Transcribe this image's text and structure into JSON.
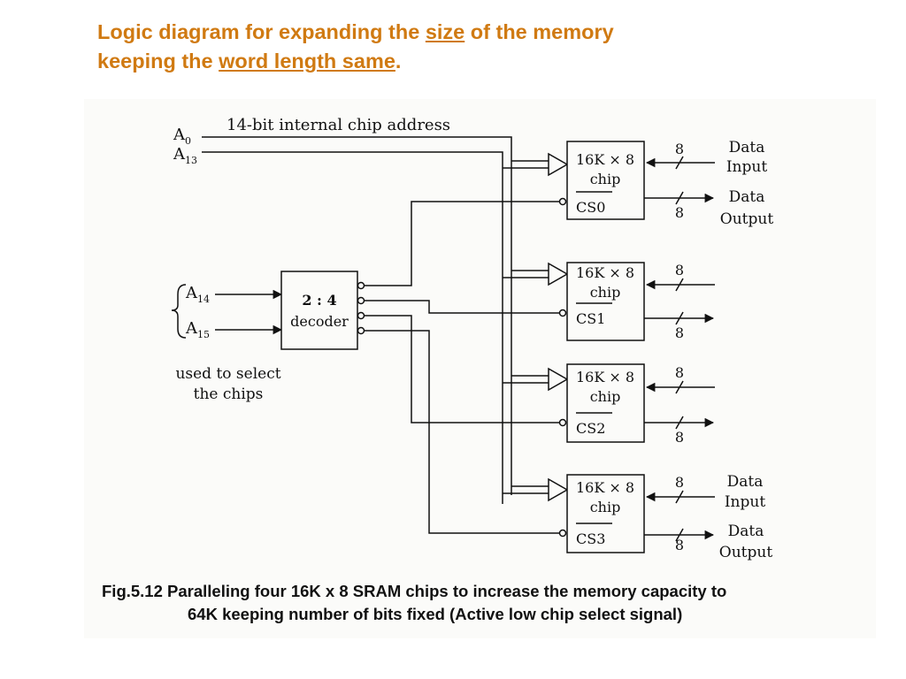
{
  "title": {
    "line1_before": "Logic diagram for expanding the ",
    "line1_underlined": "size",
    "line1_after": " of the memory",
    "line2_before": "keeping the ",
    "line2_underlined": "word length same",
    "line2_after": "."
  },
  "diagram": {
    "address_label": "14-bit internal chip address",
    "a0_label": "A",
    "a0_sub": "0",
    "a13_label": "A",
    "a13_sub": "13",
    "a14_label": "A",
    "a14_sub": "14",
    "a15_label": "A",
    "a15_sub": "15",
    "decoder_line1": "2 : 4",
    "decoder_line2": "decoder",
    "select_note_line1": "used to select",
    "select_note_line2": "the chips",
    "chips": [
      {
        "line1": "16K × 8",
        "line2": "chip",
        "cs": "CS0",
        "in_bits": "8",
        "out_bits": "8",
        "data_in_line1": "Data",
        "data_in_line2": "Input",
        "data_out_line1": "Data",
        "data_out_line2": "Output"
      },
      {
        "line1": "16K × 8",
        "line2": "chip",
        "cs": "CS1",
        "in_bits": "8",
        "out_bits": "8"
      },
      {
        "line1": "16K × 8",
        "line2": "chip",
        "cs": "CS2",
        "in_bits": "8",
        "out_bits": "8"
      },
      {
        "line1": "16K × 8",
        "line2": "chip",
        "cs": "CS3",
        "in_bits": "8",
        "out_bits": "8",
        "data_in_line1": "Data",
        "data_in_line2": "Input",
        "data_out_line1": "Data",
        "data_out_line2": "Output"
      }
    ]
  },
  "caption": {
    "line1": "Fig.5.12  Paralleling four 16K x 8 SRAM chips to increase the memory capacity to",
    "line2": "64K keeping number of bits fixed (Active low chip select signal)"
  }
}
